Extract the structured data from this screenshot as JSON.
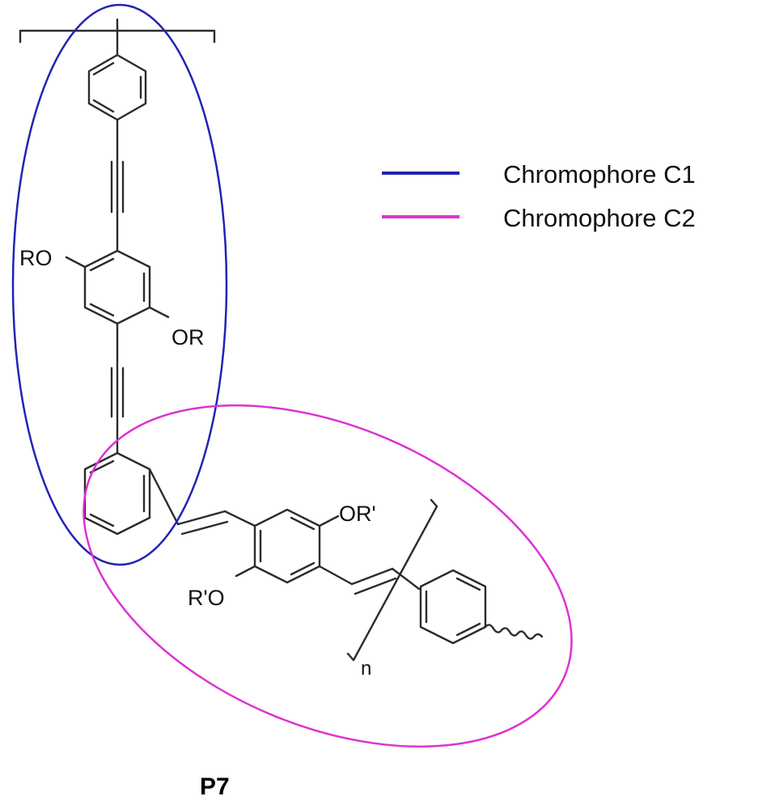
{
  "colors": {
    "chromophore_c1": "#2323b4",
    "chromophore_c2": "#dc32d2",
    "bond": "#2b2b2b"
  },
  "labels": {
    "ro": "RO",
    "or": "OR",
    "or_prime": "OR'",
    "r_prime_o": "R'O",
    "repeat_n": "n"
  },
  "legend": {
    "c1": "Chromophore C1",
    "c2": "Chromophore C2"
  },
  "compound_label": "P7"
}
